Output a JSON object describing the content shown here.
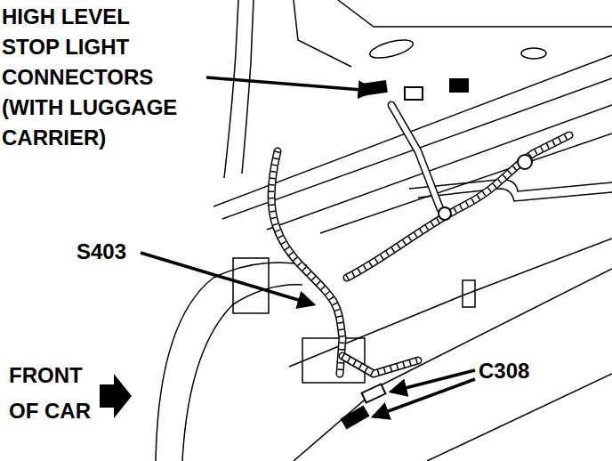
{
  "diagram": {
    "labels": [
      "HIGH LEVEL STOP LIGHT CONNECTORS (WITH LUGGAGE CARRIER)",
      "S403",
      "FRONT OF CAR",
      "C308"
    ]
  }
}
